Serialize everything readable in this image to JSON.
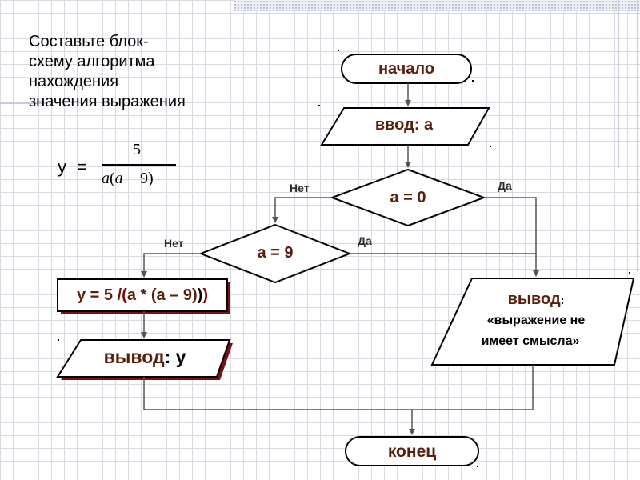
{
  "task": {
    "lines": [
      "Составьте блок-",
      "схему алгоритма",
      "нахождения",
      "значения выражения"
    ]
  },
  "formula": {
    "lhs": "y",
    "eq": "=",
    "numerator": "5",
    "denominator_a": "a",
    "denominator_open": "(",
    "denominator_a2": "a",
    "denominator_rest": " − 9)"
  },
  "nodes": {
    "start": "начало",
    "input": "ввод: а",
    "cond1": "а = 0",
    "cond2": "а = 9",
    "compute": {
      "a": "y = 5 /",
      "b": "(",
      "c": "а * (а – 9)",
      "d": ")",
      "e": ")"
    },
    "output_y": {
      "word": "вывод",
      "rest": ": y"
    },
    "output_msg": {
      "word": "вывод",
      "colon": ":",
      "line2": "«выражение не",
      "line3": "имеет смысла»"
    },
    "end": "конец"
  },
  "labels": {
    "cond1_no": "Нет",
    "cond1_yes": "Да",
    "cond2_no": "Нет",
    "cond2_yes": "Да"
  },
  "colors": {
    "node_text": "#5a1e0c",
    "label_text": "#2b2b2b",
    "shadow": "#7a1010"
  }
}
